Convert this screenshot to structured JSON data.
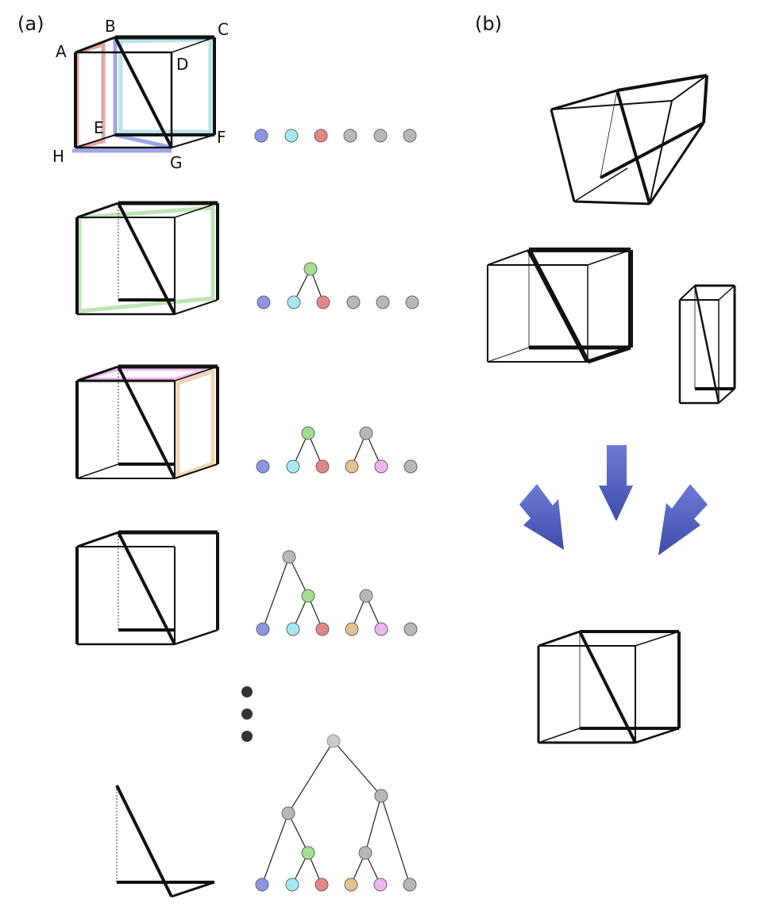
{
  "panel_a": {
    "label": "(a)",
    "vertex_labels": {
      "A": "A",
      "B": "B",
      "C": "C",
      "D": "D",
      "E": "E",
      "F": "F",
      "G": "G",
      "H": "H"
    }
  },
  "panel_b": {
    "label": "(b)"
  },
  "colors": {
    "blue": "#8e93e3",
    "cyan": "#a6e9f1",
    "red": "#e3868a",
    "gray": "#b7b9b7",
    "green": "#a3dd91",
    "tan": "#e0c190",
    "pink": "#ecb6ef",
    "arrow": "#5762c0",
    "face_blue": "#9fa4ea",
    "face_cyan": "#b9e2ea",
    "face_red": "#ebaaa5",
    "face_green": "#bfe3b6",
    "face_pink": "#efc0ef",
    "face_tan": "#eed6b5"
  }
}
